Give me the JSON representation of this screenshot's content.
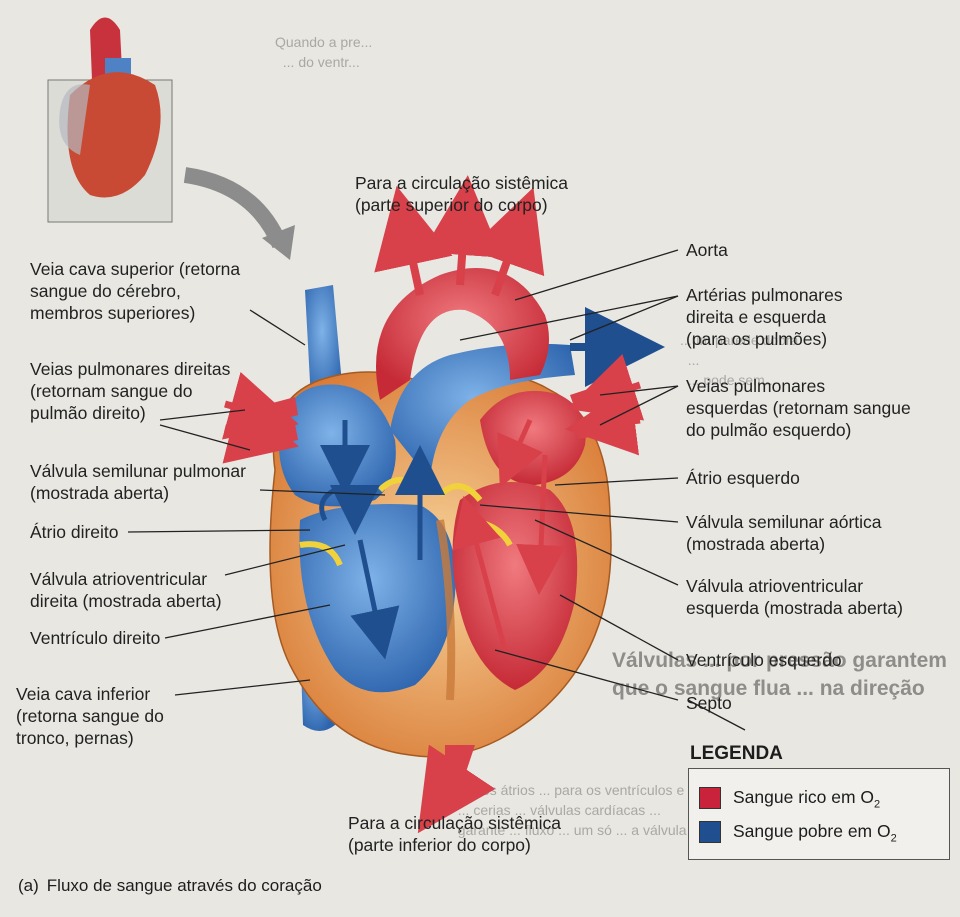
{
  "title": {
    "line1": "Para a circulação sistêmica",
    "line2": "(parte superior do corpo)"
  },
  "bottom_title": {
    "line1": "Para a circulação sistêmica",
    "line2": "(parte inferior do corpo)"
  },
  "labels": {
    "veia_cava_superior": "Veia cava superior (retorna\nsangue do cérebro,\nmembros superiores)",
    "veias_pulmonares_direitas": "Veias pulmonares direitas\n(retornam sangue do\npulmão direito)",
    "valvula_semilunar_pulmonar": "Válvula semilunar pulmonar\n(mostrada aberta)",
    "atrio_direito": "Átrio direito",
    "valvula_av_direita": "Válvula atrioventricular\ndireita (mostrada aberta)",
    "ventriculo_direito": "Ventrículo direito",
    "veia_cava_inferior": "Veia cava inferior\n(retorna sangue do\ntronco, pernas)",
    "aorta": "Aorta",
    "arterias_pulmonares": "Artérias pulmonares\ndireita e esquerda\n(para os pulmões)",
    "veias_pulmonares_esquerdas": "Veias pulmonares\nesquerdas (retornam sangue\ndo pulmão esquerdo)",
    "atrio_esquerdo": "Átrio esquerdo",
    "valvula_semilunar_aortica": "Válvula semilunar aórtica\n(mostrada aberta)",
    "valvula_av_esquerda": "Válvula atrioventricular\nesquerda (mostrada aberta)",
    "ventriculo_esquerdo": "Ventrículo esquerdo",
    "septo": "Septo"
  },
  "legend": {
    "title": "LEGENDA",
    "items": [
      {
        "prefix": "Sangue rico em O",
        "sub": "2",
        "color": "#c8233a"
      },
      {
        "prefix": "Sangue pobre em O",
        "sub": "2",
        "color": "#1f4f8f"
      }
    ]
  },
  "caption": {
    "tag": "(a)",
    "text": "Fluxo de sangue através do coração"
  },
  "colors": {
    "oxygen_rich": "#d8404a",
    "oxygen_poor": "#3f78c0",
    "muscle": "#e9a35c",
    "valve": "#f2d23a"
  },
  "bleed_through": {
    "heading_line1": "Válvulas ... por pressão garantem",
    "heading_line2": "que o sangue flua ... na direção"
  }
}
